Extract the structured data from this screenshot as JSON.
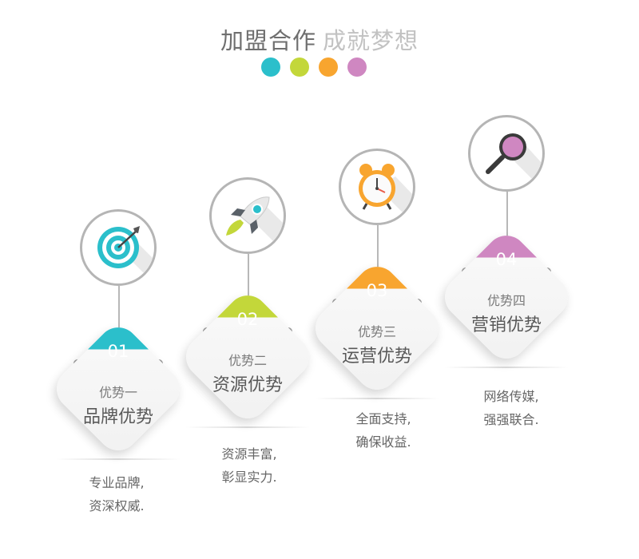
{
  "header": {
    "title_main": "加盟合作",
    "title_accent": "成就梦想"
  },
  "colors": {
    "teal": "#2bbfcb",
    "green": "#c3d73a",
    "orange": "#f8a52f",
    "pink": "#cf87c1",
    "line_gray": "#b8b8b8"
  },
  "dots": [
    "#2bbfcb",
    "#c3d73a",
    "#f8a52f",
    "#cf87c1"
  ],
  "steps": [
    {
      "num": "01",
      "subtitle": "优势一",
      "title": "品牌优势",
      "icon": "target-icon",
      "desc": [
        "专业品牌,",
        "资深权威."
      ]
    },
    {
      "num": "02",
      "subtitle": "优势二",
      "title": "资源优势",
      "icon": "rocket-icon",
      "desc": [
        "资源丰富,",
        "彰显实力."
      ]
    },
    {
      "num": "03",
      "subtitle": "优势三",
      "title": "运营优势",
      "icon": "alarm-clock-icon",
      "desc": [
        "全面支持,",
        "确保收益."
      ]
    },
    {
      "num": "04",
      "subtitle": "优势四",
      "title": "营销优势",
      "icon": "magnifier-icon",
      "desc": [
        "网络传媒,",
        "强强联合."
      ]
    }
  ]
}
